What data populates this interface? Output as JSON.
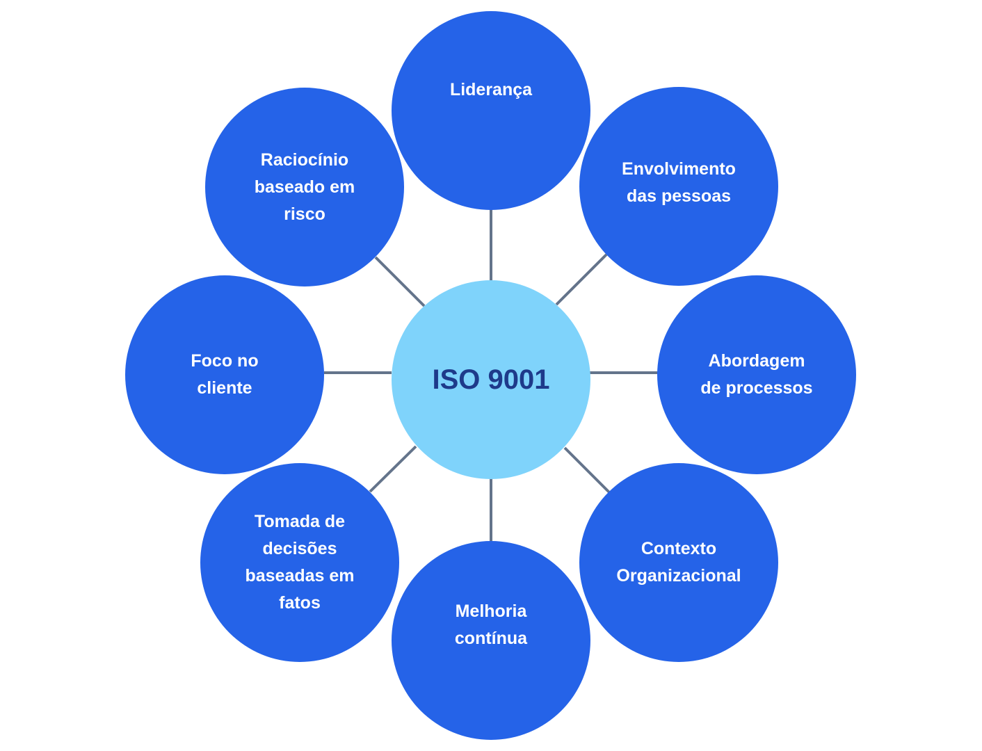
{
  "colors": {
    "outer_node": "#2563e8",
    "center_node": "#7fd3fb",
    "center_text": "#1e3a8a",
    "outer_text": "#ffffff",
    "connector": "#64748b"
  },
  "center": {
    "label": "ISO 9001"
  },
  "principles": [
    {
      "id": "lideranca",
      "label": "Liderança"
    },
    {
      "id": "envolvimento",
      "label": "Envolvimento\ndas pessoas"
    },
    {
      "id": "abordagem",
      "label": "Abordagem\nde processos"
    },
    {
      "id": "contexto",
      "label": "Contexto\nOrganizacional"
    },
    {
      "id": "melhoria",
      "label": "Melhoria\ncontínua"
    },
    {
      "id": "tomada",
      "label": "Tomada de\ndecisões\nbaseadas em\nfatos"
    },
    {
      "id": "foco",
      "label": "Foco no\ncliente"
    },
    {
      "id": "raciocinio",
      "label": "Raciocínio\nbaseado em\nrisco"
    }
  ]
}
